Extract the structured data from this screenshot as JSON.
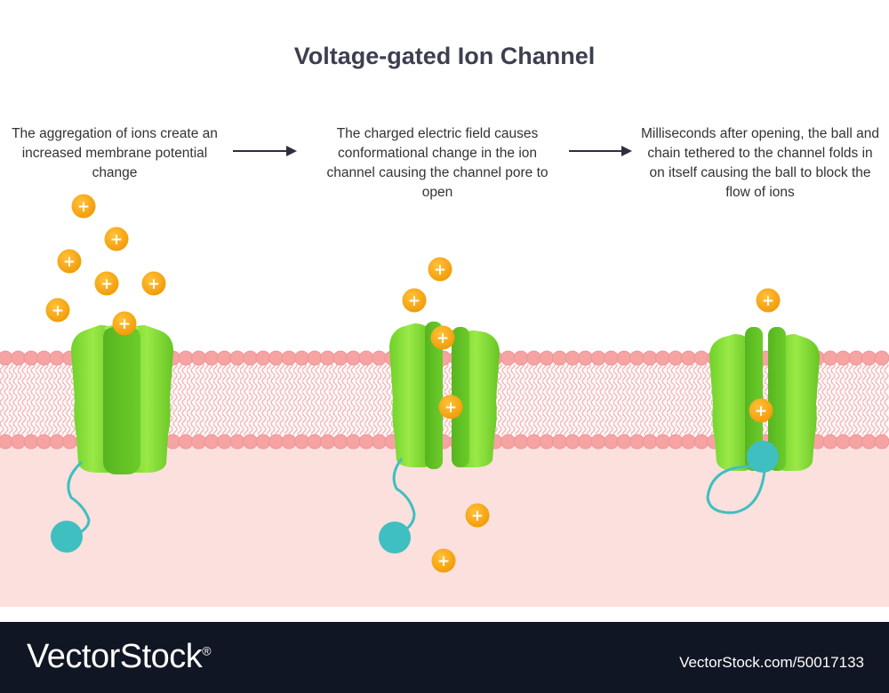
{
  "title": "Voltage-gated Ion Channel",
  "steps": [
    {
      "text": "The aggregation of ions create an increased membrane potential change"
    },
    {
      "text": "The charged electric field causes conformational change in the ion channel causing the channel pore to open"
    },
    {
      "text": "Milliseconds after opening, the ball and chain tethered to the channel folds in on itself causing the ball to block the flow of ions"
    }
  ],
  "ion_symbol": "+",
  "colors": {
    "title": "#3d3f4f",
    "membrane_head": "#f6a3a3",
    "membrane_tail": "#e88f8f",
    "cytoplasm": "#fbe0de",
    "channel": "#7fdc2e",
    "channel_light": "#a6ee4e",
    "ion": "#f5a70f",
    "ball_chain": "#3fbfbf",
    "arrow": "#2d2f3e"
  },
  "footer": {
    "brand": "VectorStock",
    "registered": "®",
    "url": "VectorStock.com/50017133"
  }
}
